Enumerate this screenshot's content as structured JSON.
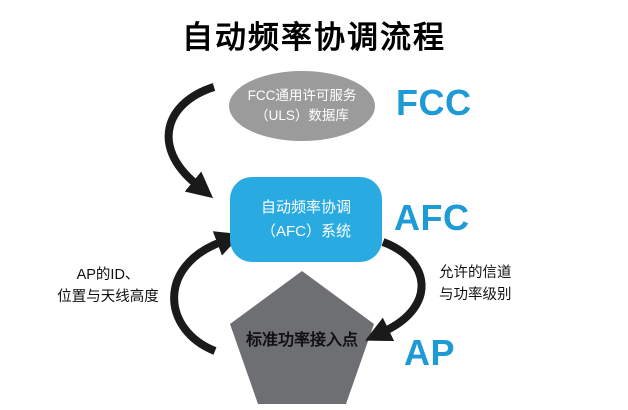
{
  "title": "自动频率协调流程",
  "colors": {
    "cyan_box": "#29ABE2",
    "cyan_label": "#1E9BD7",
    "ellipse_gray": "#9B9B9B",
    "pentagon_gray": "#6E6F72",
    "arrow_black": "#1A1A1A",
    "background": "#FFFFFF"
  },
  "nodes": {
    "fcc_db": {
      "line1": "FCC通用许可服务",
      "line2": "（ULS）数据库",
      "label": "FCC"
    },
    "afc": {
      "line1": "自动频率协调",
      "line2": "（AFC）系统",
      "label": "AFC"
    },
    "ap": {
      "text": "标准功率接入点",
      "label": "AP"
    }
  },
  "annotations": {
    "left": {
      "line1": "AP的ID、",
      "line2": "位置与天线高度"
    },
    "right": {
      "line1": "允许的信道",
      "line2": "与功率级别"
    }
  },
  "arrows": [
    {
      "name": "fcc-to-afc"
    },
    {
      "name": "ap-to-afc"
    },
    {
      "name": "afc-to-ap"
    }
  ]
}
